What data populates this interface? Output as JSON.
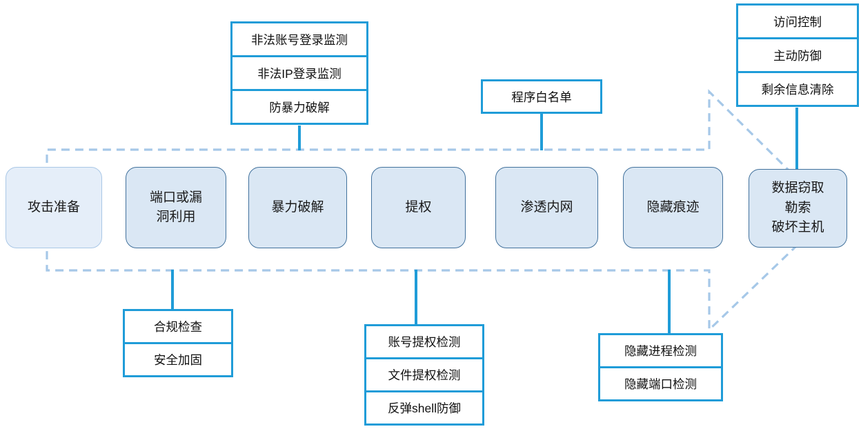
{
  "diagram_title": "attack-chain-and-defense-capabilities",
  "colors": {
    "solid_blue": "#1f9cd8",
    "dashed_blue": "#a6c8e8",
    "stage_fill": "#dae7f4",
    "stage_border": "#41719c",
    "stage_light_fill": "#e5eef9",
    "stage_light_border": "#a9c7e6",
    "text": "#1a1a1a"
  },
  "stages": [
    {
      "name": "attack-prep",
      "lines": [
        "攻击准备"
      ]
    },
    {
      "name": "port-vuln-exploit",
      "lines": [
        "端口或漏",
        "洞利用"
      ]
    },
    {
      "name": "brute-force",
      "lines": [
        "暴力破解"
      ]
    },
    {
      "name": "privilege-escalation",
      "lines": [
        "提权"
      ]
    },
    {
      "name": "lateral-movement",
      "lines": [
        "渗透内网"
      ]
    },
    {
      "name": "hide-traces",
      "lines": [
        "隐藏痕迹"
      ]
    },
    {
      "name": "data-theft",
      "lines": [
        "数据窃取",
        "勒索",
        "破坏主机"
      ]
    }
  ],
  "defense_groups": {
    "login_monitor": {
      "items": [
        "非法账号登录监测",
        "非法IP登录监测",
        "防暴力破解"
      ]
    },
    "program_whitelist": {
      "items": [
        "程序白名单"
      ]
    },
    "access_control": {
      "items": [
        "访问控制",
        "主动防御",
        "剩余信息清除"
      ]
    },
    "compliance": {
      "items": [
        "合规检查",
        "安全加固"
      ]
    },
    "privilege_detection": {
      "items": [
        "账号提权检测",
        "文件提权检测",
        "反弹shell防御"
      ]
    },
    "hidden_detection": {
      "items": [
        "隐藏进程检测",
        "隐藏端口检测"
      ]
    }
  }
}
